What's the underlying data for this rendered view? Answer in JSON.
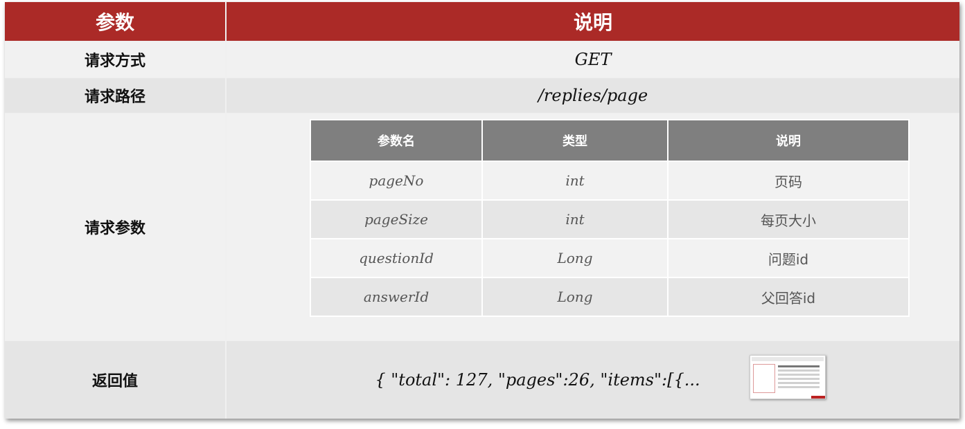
{
  "header": {
    "col1": "参数",
    "col2": "说明"
  },
  "rows": {
    "method": {
      "label": "请求方式",
      "value": "GET"
    },
    "path": {
      "label": "请求路径",
      "value": "/replies/page"
    },
    "params": {
      "label": "请求参数"
    },
    "return": {
      "label": "返回值",
      "value": "{ \"total\": 127, \"pages\":26, \"items\":[{..."
    }
  },
  "params_table": {
    "headers": [
      "参数名",
      "类型",
      "说明"
    ],
    "rows": [
      {
        "name": "pageNo",
        "type": "int",
        "desc": "页码"
      },
      {
        "name": "pageSize",
        "type": "int",
        "desc": "每页大小"
      },
      {
        "name": "questionId",
        "type": "Long",
        "desc": "问题id"
      },
      {
        "name": "answerId",
        "type": "Long",
        "desc": "父回答id"
      }
    ]
  },
  "colors": {
    "header_red": "#ab2a27",
    "subheader_gray": "#7f7f7f"
  },
  "icons": {
    "thumbnail": "page-thumbnail-icon"
  }
}
